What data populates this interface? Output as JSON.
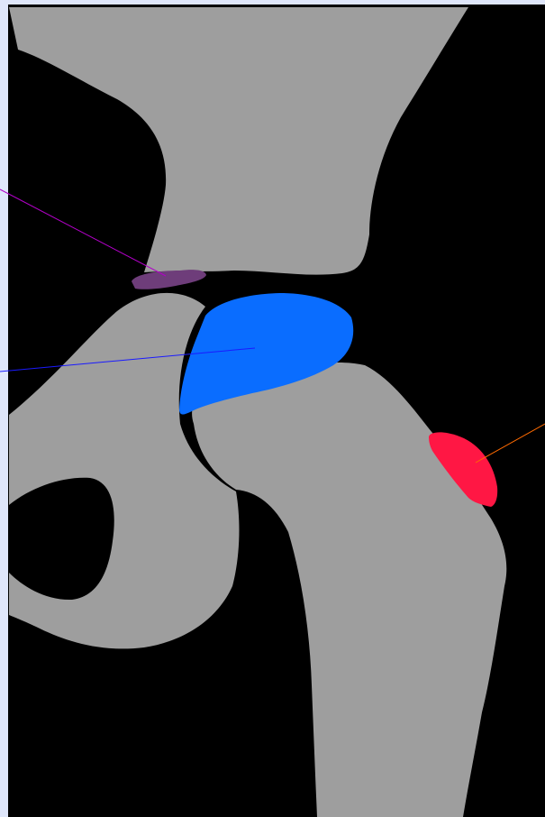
{
  "figure": {
    "background": "#dfe6fa",
    "image_background": "#000000",
    "bone_color": "#9e9e9e",
    "markers": [
      {
        "id": "upper-marker",
        "color": "#6e3d7a",
        "leader_color": "#b200c8"
      },
      {
        "id": "center-marker",
        "color": "#0a6dff",
        "leader_color": "#1a1aff"
      },
      {
        "id": "right-marker",
        "color": "#ff1744",
        "leader_color": "#ff6a00"
      }
    ]
  }
}
